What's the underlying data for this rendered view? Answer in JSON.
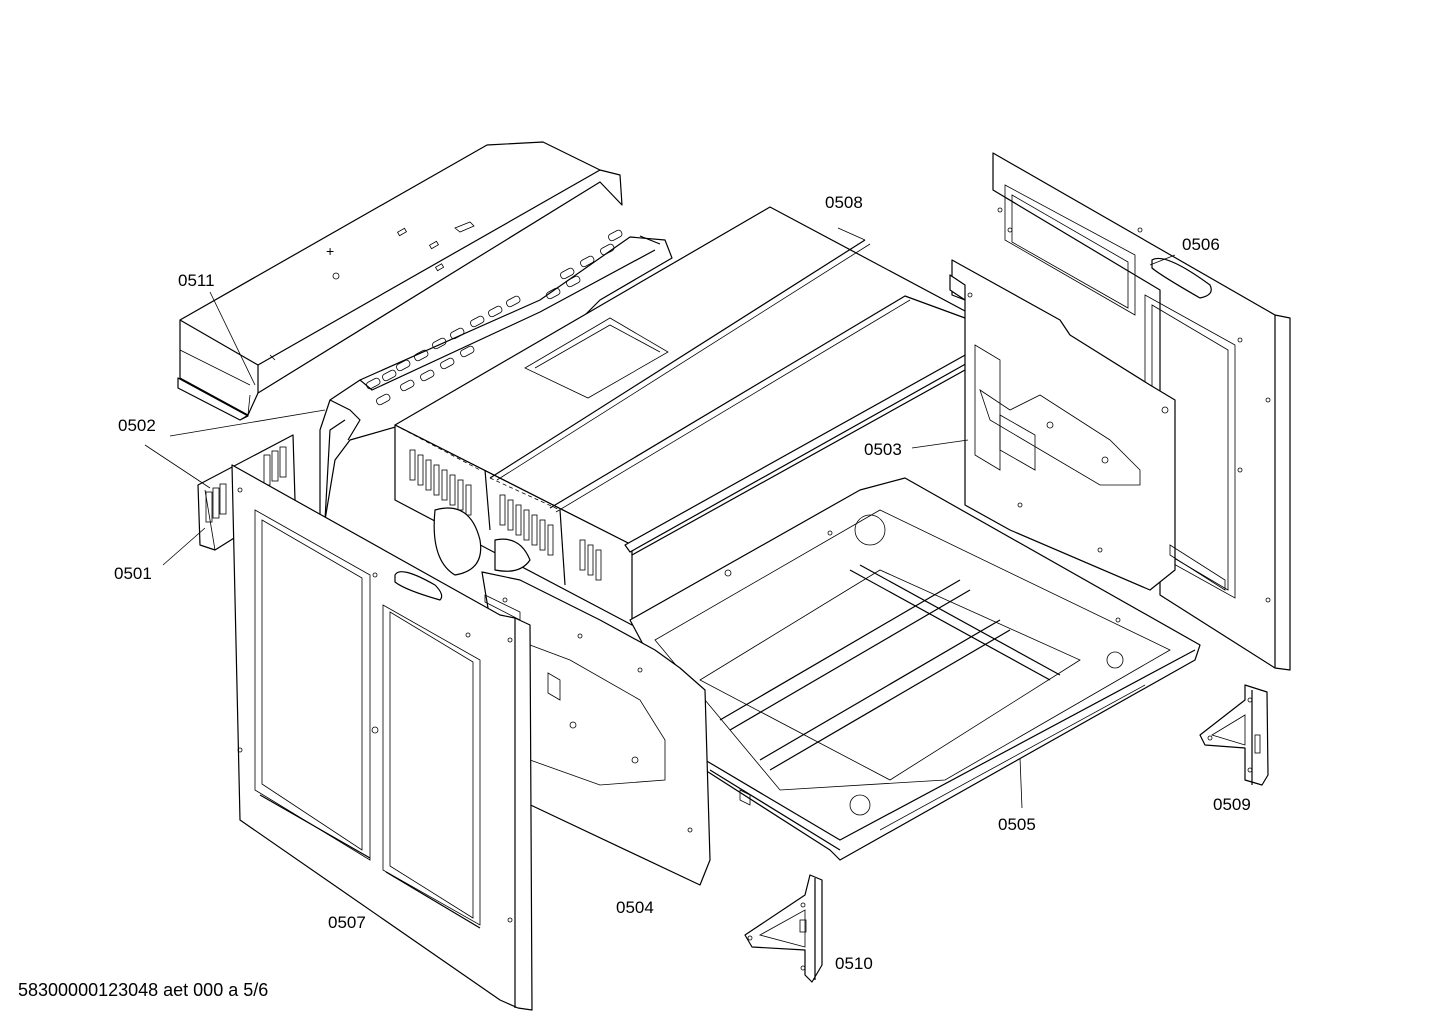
{
  "diagram": {
    "part_labels": [
      {
        "id": "0511",
        "text": "0511"
      },
      {
        "id": "0502",
        "text": "0502"
      },
      {
        "id": "0501",
        "text": "0501"
      },
      {
        "id": "0508",
        "text": "0508"
      },
      {
        "id": "0506",
        "text": "0506"
      },
      {
        "id": "0503",
        "text": "0503"
      },
      {
        "id": "0505",
        "text": "0505"
      },
      {
        "id": "0509",
        "text": "0509"
      },
      {
        "id": "0504",
        "text": "0504"
      },
      {
        "id": "0507",
        "text": "0507"
      },
      {
        "id": "0510",
        "text": "0510"
      }
    ],
    "footer_text": "58300000123048 aet 000 a 5/6"
  }
}
